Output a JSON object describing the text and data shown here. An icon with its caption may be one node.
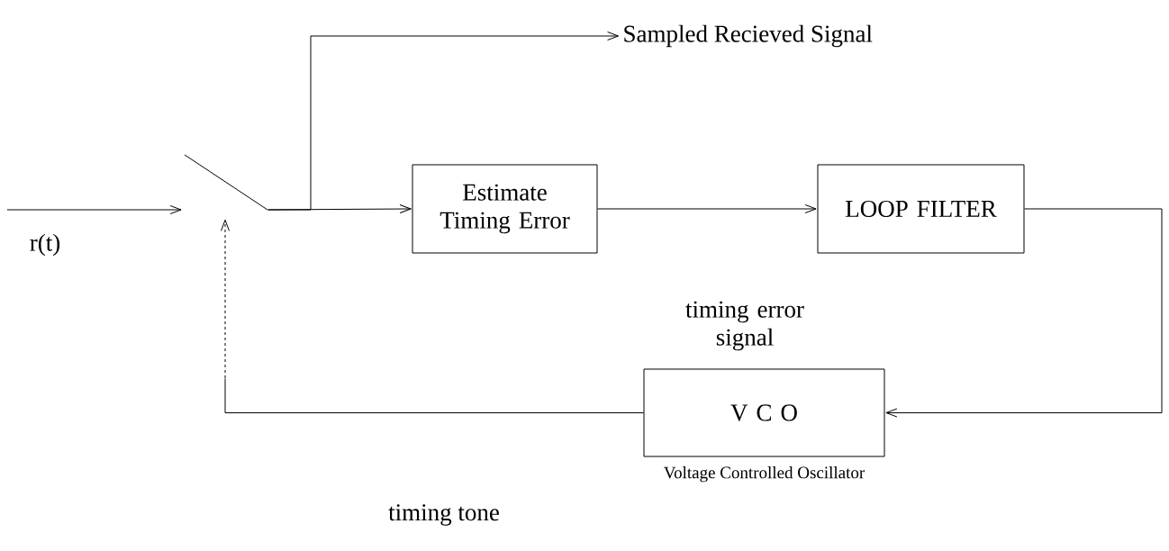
{
  "diagram": {
    "nodes": [
      {
        "text": [
          "Estimate Timing Error"
        ]
      },
      {
        "text": [
          "LOOP FILTER"
        ]
      },
      {
        "text": [
          "V C O"
        ],
        "beside": [
          "Voltage Controlled Oscillator"
        ]
      },
      {
        "text": [
          "Sampled Recieved Signal"
        ]
      },
      {
        "text": [],
        "shape": "switch"
      }
    ],
    "edges": [
      {
        "from": null,
        "to": 4,
        "arrow": "to",
        "label": "r(t)"
      },
      {
        "from": 4,
        "to": 0,
        "arrow": "to"
      },
      {
        "from": 4,
        "to": 3,
        "arrow": "to"
      },
      {
        "from": 0,
        "to": 1,
        "arrow": "to",
        "label": "timing error signal"
      },
      {
        "from": 1,
        "to": 2,
        "arrow": "to"
      },
      {
        "from": 2,
        "to": 4,
        "arrow": "none",
        "label": "timing tone"
      }
    ]
  }
}
